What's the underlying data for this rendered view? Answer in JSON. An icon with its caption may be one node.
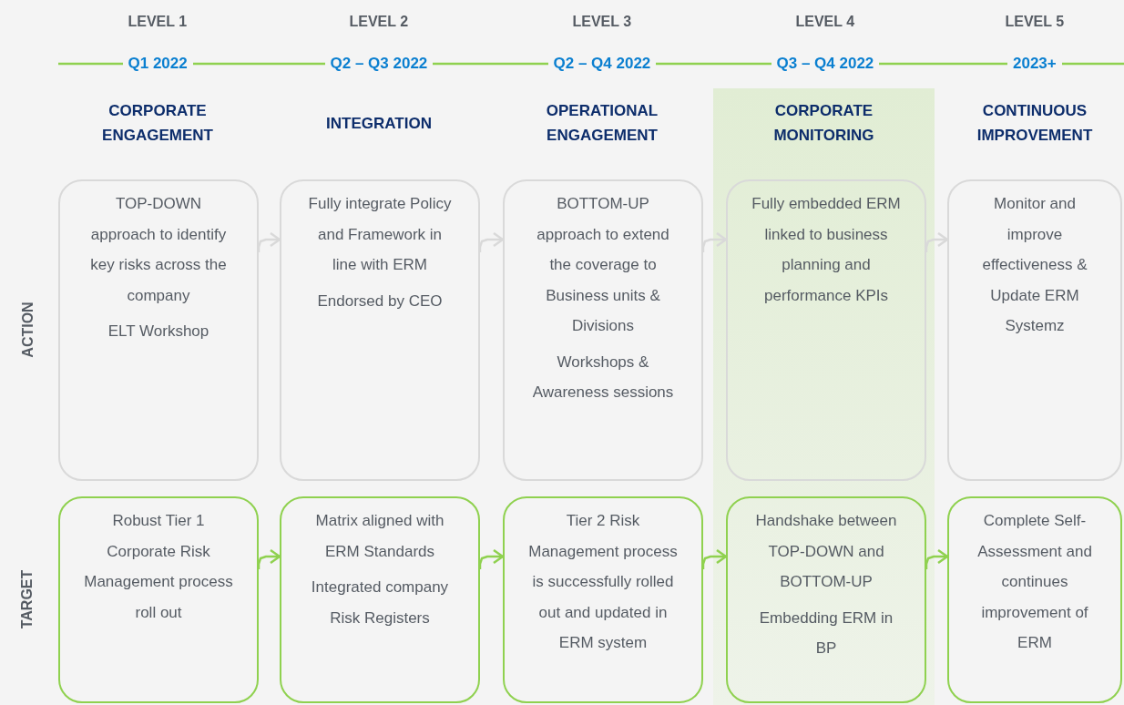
{
  "diagram": {
    "nodes": [
      {
        "text": [
          "CORPORATE MONITORING"
        ]
      },
      {
        "text": [
          "TOP-DOWN approach to identify key risks across the company",
          "ELT Workshop"
        ]
      },
      {
        "text": [
          "Fully integrate Policy and Framework in line with ERM",
          "Endorsed by CEO"
        ]
      },
      {
        "text": [
          "BOTTOM-UP approach to extend the coverage to Business units & Divisions",
          "Workshops & Awareness sessions"
        ]
      },
      {
        "text": [
          "Fully embedded ERM linked to business planning and performance KPIs"
        ],
        "in": 0
      },
      {
        "text": [
          "Monitor and improve effectiveness & Update ERM Systemz"
        ]
      },
      {
        "text": [
          "Robust Tier 1 Corporate Risk Management process roll out"
        ]
      },
      {
        "text": [
          "Matrix aligned with ERM Standards",
          "Integrated company Risk Registers"
        ]
      },
      {
        "text": [
          "Tier 2 Risk Management process is successfully rolled out and updated in ERM system"
        ]
      },
      {
        "text": [
          "Handshake between TOP-DOWN and BOTTOM-UP",
          "Embedding ERM in BP"
        ],
        "in": 0
      },
      {
        "text": [
          "Complete Self-Assessment and continues improvement of ERM"
        ]
      }
    ],
    "edges": [
      {
        "from": 1,
        "to": 2,
        "arrow": "to",
        "color": "#d9d9d9"
      },
      {
        "from": 2,
        "to": 3,
        "arrow": "to",
        "color": "#d9d9d9"
      },
      {
        "from": 3,
        "to": 4,
        "arrow": "to",
        "color": "#d9d9d9"
      },
      {
        "from": 4,
        "to": 5,
        "arrow": "to",
        "color": "#d9d9d9"
      },
      {
        "from": 6,
        "to": 7,
        "arrow": "to",
        "color": "#8fd14f"
      },
      {
        "from": 7,
        "to": 8,
        "arrow": "to",
        "color": "#8fd14f"
      },
      {
        "from": 8,
        "to": 9,
        "arrow": "to",
        "color": "#8fd14f"
      },
      {
        "from": 9,
        "to": 10,
        "arrow": "to",
        "color": "#8fd14f"
      }
    ],
    "labels": [
      "LEVEL 1",
      "LEVEL 2",
      "LEVEL 3",
      "LEVEL 4",
      "LEVEL 5",
      "Q1 2022",
      "Q2 – Q3 2022",
      "Q2 – Q4 2022",
      "Q3 – Q4 2022",
      "2023+",
      "CORPORATE ENGAGEMENT",
      "INTEGRATION",
      "OPERATIONAL ENGAGEMENT",
      "CONTINUOUS IMPROVEMENT",
      "ACTION",
      "TARGET"
    ]
  }
}
